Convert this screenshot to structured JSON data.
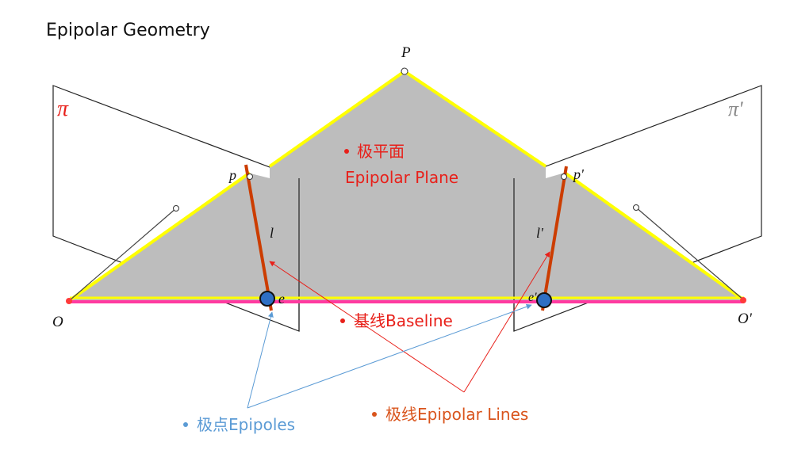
{
  "title": "Epipolar Geometry",
  "labels": {
    "P": "P",
    "p_left": "p",
    "p_right": "p'",
    "l_left": "l",
    "l_right": "l'",
    "e_left": "e",
    "e_right": "e'",
    "O_left": "O",
    "O_right": "O'",
    "pi_left": "π",
    "pi_right": "π'"
  },
  "annotations": {
    "epipolar_plane_zh": "极平面",
    "epipolar_plane_en": "Epipolar Plane",
    "baseline": "基线Baseline",
    "epipoles": "极点Epipoles",
    "epipolar_lines": "极线Epipolar Lines"
  },
  "colors": {
    "plane_fill": "#bdbdbd",
    "plane_edge": "#ffff00",
    "baseline": "#ff3aa0",
    "epipolar_line": "#cc3d00",
    "annotation_red": "#e8201a",
    "annotation_orange": "#d9541c",
    "annotation_blue": "#5b9bd5",
    "epipole_fill": "#2e6fc4",
    "image_plane_stroke": "#222222",
    "pi_left_color": "#e8201a",
    "pi_right_color": "#888888"
  }
}
